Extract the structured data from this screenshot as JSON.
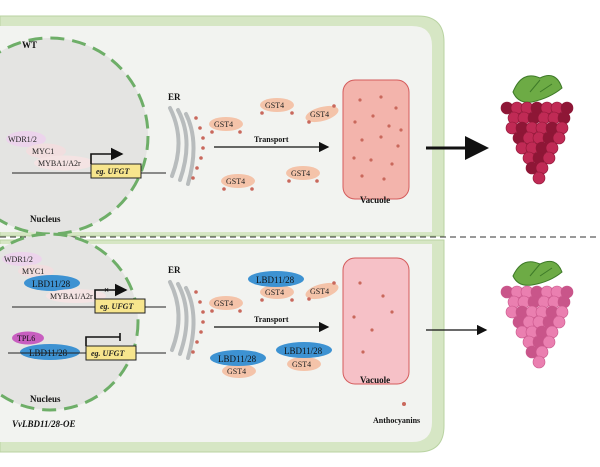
{
  "top_panel": {
    "label": "WT",
    "tf_labels": [
      "WDR1/2",
      "MYC1",
      "MYBA1/A2r"
    ],
    "gene_label": "eg. UFGT",
    "nucleus_label": "Nucleus",
    "er_label": "ER",
    "transport_label": "Transport",
    "vacuole_label": "Vacuole",
    "gst_labels": [
      "GST4",
      "GST4",
      "GST4",
      "GST4",
      "GST4"
    ]
  },
  "bottom_panel": {
    "label": "VvLBD11/28-OE",
    "tf_labels": [
      "WDR1/2",
      "MYC1",
      "LBD11/28",
      "MYBA1/A2r"
    ],
    "gene_label_1": "eg. UFGT",
    "tpl6_label": "TPL6",
    "lbd_label": "LBD11/28",
    "gene_label_2": "eg. UFGT",
    "nucleus_label": "Nucleus",
    "er_label": "ER",
    "transport_label": "Transport",
    "vacuole_label": "Vacuole",
    "complex_lbd": [
      "LBD11/28",
      "LBD11/28",
      "LBD11/28"
    ],
    "complex_gst": [
      "GST4",
      "GST4",
      "GST4"
    ],
    "free_gst": [
      "GST4",
      "GST4"
    ],
    "legend_label": "Anthocyanins"
  },
  "colors": {
    "cell_wall": "#cfe0bc",
    "cytoplasm": "#f1f2ef",
    "nucleus_fill": "#e3e3e3",
    "nucleus_border": "#6eae68",
    "gst_fill": "#f4c3a9",
    "lbd_fill": "#3d92d2",
    "tpl_fill": "#c85ec0",
    "vacuole_top": "#f3b4ac",
    "vacuole_bottom": "#f6bfc7",
    "gene_box": "#f7e58d",
    "dot": "#c9685c",
    "grape_dark": "#b7234a",
    "grape_light": "#e46a9e",
    "leaf": "#6dab45"
  }
}
